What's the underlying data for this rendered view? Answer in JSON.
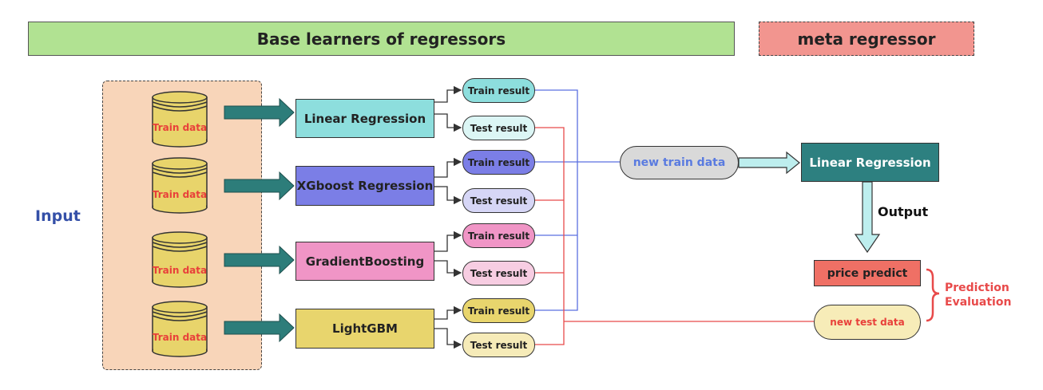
{
  "header": {
    "base_title": "Base learners of regressors",
    "meta_title": "meta regressor"
  },
  "input": {
    "label": "Input",
    "databases": [
      "Train data",
      "Train data",
      "Train data",
      "Train data"
    ]
  },
  "models": [
    {
      "name": "Linear Regression",
      "color": "#8ddedd"
    },
    {
      "name": "XGboost Regression",
      "color": "#7b7ee6"
    },
    {
      "name": "GradientBoosting",
      "color": "#f095c6"
    },
    {
      "name": "LightGBM",
      "color": "#e8d56d"
    }
  ],
  "results": [
    {
      "train": "Train result",
      "test": "Test result",
      "train_color": "#8ddedd",
      "test_color": "#dcf6f5"
    },
    {
      "train": "Train result",
      "test": "Test result",
      "train_color": "#7b7ee6",
      "test_color": "#d6d6f6"
    },
    {
      "train": "Train result",
      "test": "Test result",
      "train_color": "#f095c6",
      "test_color": "#f7cde2"
    },
    {
      "train": "Train result",
      "test": "Test result",
      "train_color": "#e8d56d",
      "test_color": "#f6ebb8"
    }
  ],
  "meta": {
    "new_train_data": "new train data",
    "model": "Linear Regression",
    "output_label": "Output",
    "price_predict": "price predict",
    "new_test_data": "new test data",
    "prediction_evaluation_line1": "Prediction",
    "prediction_evaluation_line2": "Evaluation"
  },
  "colors": {
    "base_banner": "#b1e292",
    "meta_banner": "#f2958f",
    "input_panel": "#f8d5b9",
    "arrow_teal": "#2d7d7a",
    "train_line": "#5a6fe0",
    "test_line": "#e84a4a",
    "meta_model": "#2d8080",
    "price_predict": "#ef7065",
    "new_test_data": "#f7ecb8",
    "new_train_data": "#d9d9d9"
  }
}
